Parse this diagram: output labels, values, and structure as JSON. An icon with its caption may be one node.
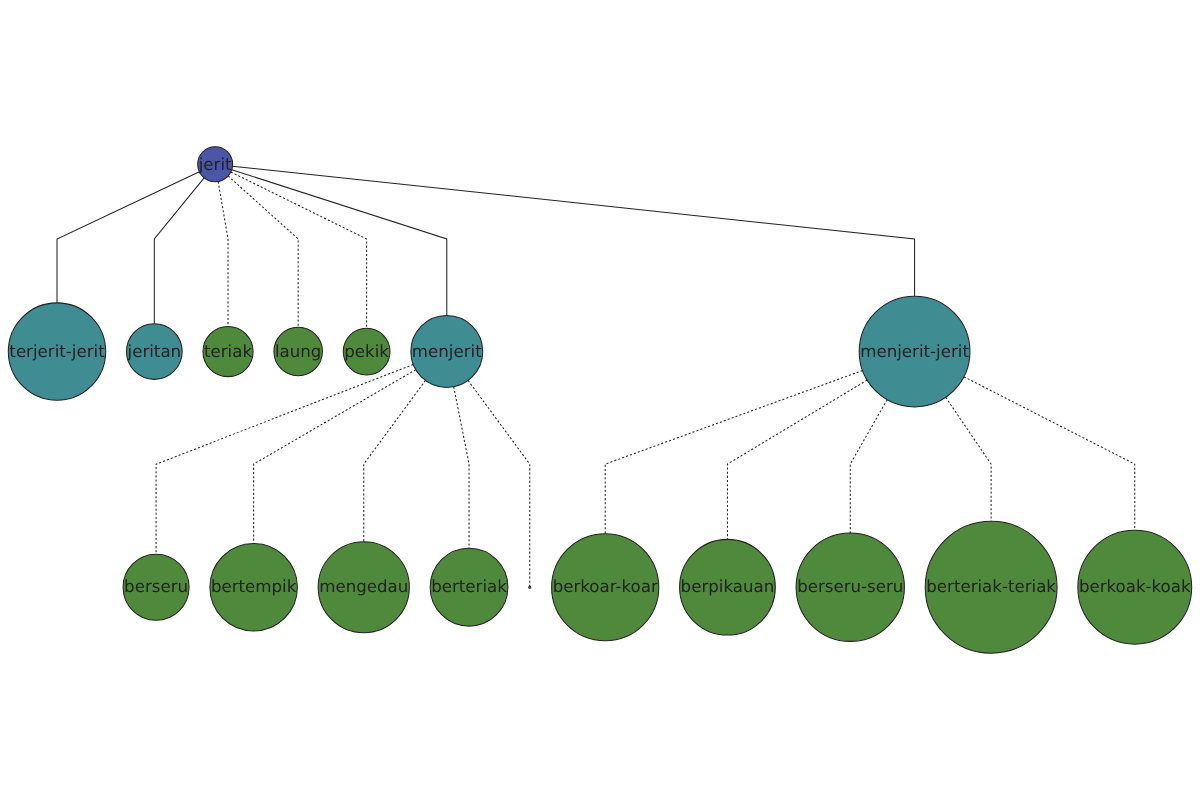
{
  "diagram": {
    "nodes": [
      {
        "text": [
          "jerit"
        ]
      },
      {
        "text": [
          "menjerit"
        ]
      },
      {
        "text": [
          "menjerit-jerit"
        ]
      },
      {
        "text": [
          "terjerit-jerit"
        ]
      },
      {
        "text": [
          "jeritan"
        ]
      },
      {
        "text": [
          "teriak"
        ]
      },
      {
        "text": [
          "laung"
        ]
      },
      {
        "text": [
          "pekik"
        ]
      },
      {
        "text": [
          "berseru"
        ]
      },
      {
        "text": [
          "bertempik"
        ]
      },
      {
        "text": [
          "mengedau"
        ]
      },
      {
        "text": [
          "berteriak"
        ]
      },
      {
        "text": [],
        "shape": "circle"
      },
      {
        "text": [
          "berkoar-koar"
        ]
      },
      {
        "text": [
          "berpikauan"
        ]
      },
      {
        "text": [
          "berseru-seru"
        ]
      },
      {
        "text": [
          "berteriak-teriak"
        ]
      },
      {
        "text": [
          "berkoak-koak"
        ]
      }
    ],
    "edges": [
      {
        "from": 0,
        "to": 1,
        "arrow": "none"
      },
      {
        "from": 0,
        "to": 2,
        "arrow": "none"
      },
      {
        "from": 0,
        "to": 3,
        "arrow": "none"
      },
      {
        "from": 0,
        "to": 4,
        "arrow": "none"
      },
      {
        "from": 0,
        "to": 5,
        "arrow": "none",
        "style": "dashed"
      },
      {
        "from": 0,
        "to": 6,
        "arrow": "none",
        "style": "dashed"
      },
      {
        "from": 0,
        "to": 7,
        "arrow": "none",
        "style": "dashed"
      },
      {
        "from": 1,
        "to": 8,
        "arrow": "none",
        "style": "dashed"
      },
      {
        "from": 1,
        "to": 9,
        "arrow": "none",
        "style": "dashed"
      },
      {
        "from": 1,
        "to": 10,
        "arrow": "none",
        "style": "dashed"
      },
      {
        "from": 1,
        "to": 11,
        "arrow": "none",
        "style": "dashed"
      },
      {
        "from": 1,
        "to": 12,
        "arrow": "none",
        "style": "dashed"
      },
      {
        "from": 2,
        "to": 13,
        "arrow": "none",
        "style": "dashed"
      },
      {
        "from": 2,
        "to": 14,
        "arrow": "none",
        "style": "dashed"
      },
      {
        "from": 2,
        "to": 15,
        "arrow": "none",
        "style": "dashed"
      },
      {
        "from": 2,
        "to": 16,
        "arrow": "none",
        "style": "dashed"
      },
      {
        "from": 2,
        "to": 17,
        "arrow": "none",
        "style": "dashed"
      }
    ]
  }
}
